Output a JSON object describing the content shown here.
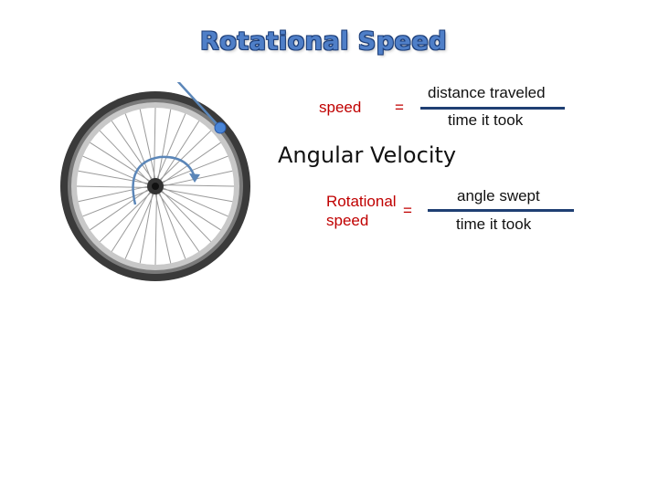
{
  "title": "Rotational Speed",
  "formula_speed": {
    "lhs": "speed",
    "equals": "=",
    "numerator": "distance traveled",
    "denominator": "time it took"
  },
  "subtitle": "Angular Velocity",
  "formula_rotational": {
    "lhs_line1": "Rotational",
    "lhs_line2": "speed",
    "equals": "=",
    "numerator": "angle swept",
    "denominator": "time it took"
  },
  "colors": {
    "title": "#4f7fc8",
    "title_outline": "#1d3e78",
    "formula_label": "#c00000",
    "fraction_bar": "#1f3f73",
    "arrow": "#5b86b8",
    "point": "#4a86d8"
  }
}
